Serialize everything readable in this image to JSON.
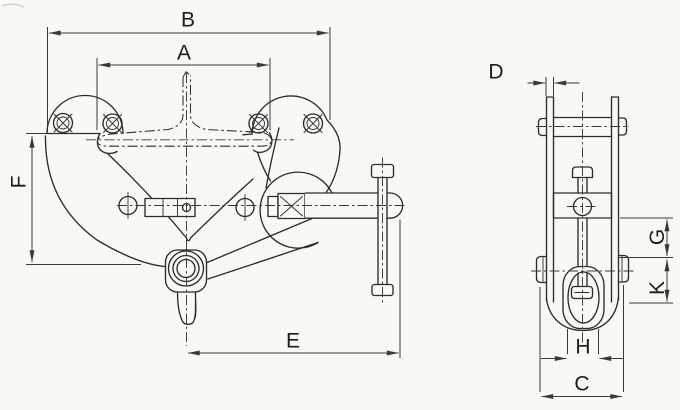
{
  "drawing": {
    "subject": "beam clamp two-view dimensional line drawing",
    "front_view_dimensions": {
      "overall_width": "B",
      "inner_width": "A",
      "side_height": "F",
      "bottom_offset": "E"
    },
    "side_view_dimensions": {
      "plate_thickness": "D",
      "upper_right": "G",
      "lower_right": "K",
      "eye_width": "H",
      "overall_width": "C"
    }
  },
  "colors": {
    "line": "#2d2d2d",
    "dim_line": "#3a3a3a",
    "background": "#f8f8f5",
    "text": "#1c1c1c"
  }
}
